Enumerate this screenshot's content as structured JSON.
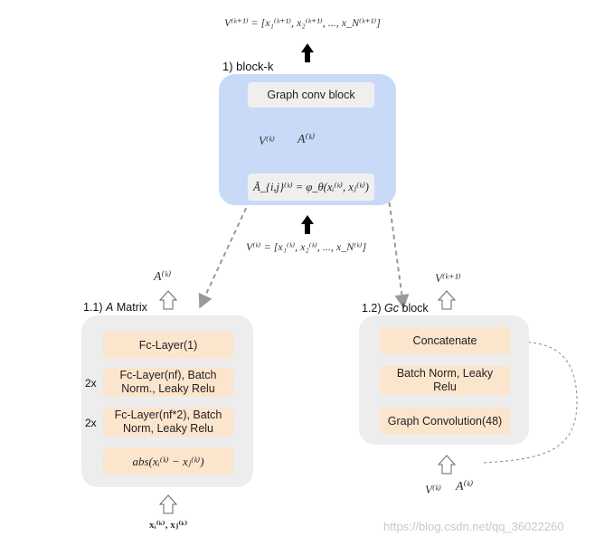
{
  "top_formula": "V⁽ᵏ⁺¹⁾ = [x₁⁽ᵏ⁺¹⁾, x₂⁽ᵏ⁺¹⁾, ..., x_N⁽ᵏ⁺¹⁾]",
  "block_k": {
    "title": "1)    block-k",
    "graph_conv": "Graph conv block",
    "v_k": "V⁽ᵏ⁾",
    "a_k": "A⁽ᵏ⁾",
    "phi_formula": "Ā_{i,j}⁽ᵏ⁾ = φ_θ(xᵢ⁽ᵏ⁾, xⱼ⁽ᵏ⁾)"
  },
  "mid_formula": "V⁽ᵏ⁾ = [x₁⁽ᵏ⁾, x₂⁽ᵏ⁾, ..., x_N⁽ᵏ⁾]",
  "a_matrix": {
    "title_num": "1.1)",
    "title_name": "A",
    "title_rest": "Matrix",
    "output": "A⁽ᵏ⁾",
    "layers": [
      "Fc-Layer(1)",
      "Fc-Layer(nf), Batch Norm., Leaky Relu",
      "Fc-Layer(nf*2), Batch Norm, Leaky Relu",
      "abs(xᵢ⁽ᵏ⁾ − xⱼ⁽ᵏ⁾)"
    ],
    "multipliers": [
      "2x",
      "2x"
    ],
    "input": "xᵢ⁽ᵏ⁾, xⱼ⁽ᵏ⁾"
  },
  "gc_block": {
    "title_num": "1.2)",
    "title_name": "Gc",
    "title_rest": "block",
    "output": "V⁽ᵏ⁺¹⁾",
    "layers": [
      "Concatenate",
      "Batch Norm, Leaky Relu",
      "Graph Convolution(48)"
    ],
    "input_v": "V⁽ᵏ⁾",
    "input_a": "A⁽ᵏ⁾"
  },
  "watermark": "https://blog.csdn.net/qq_36022260"
}
